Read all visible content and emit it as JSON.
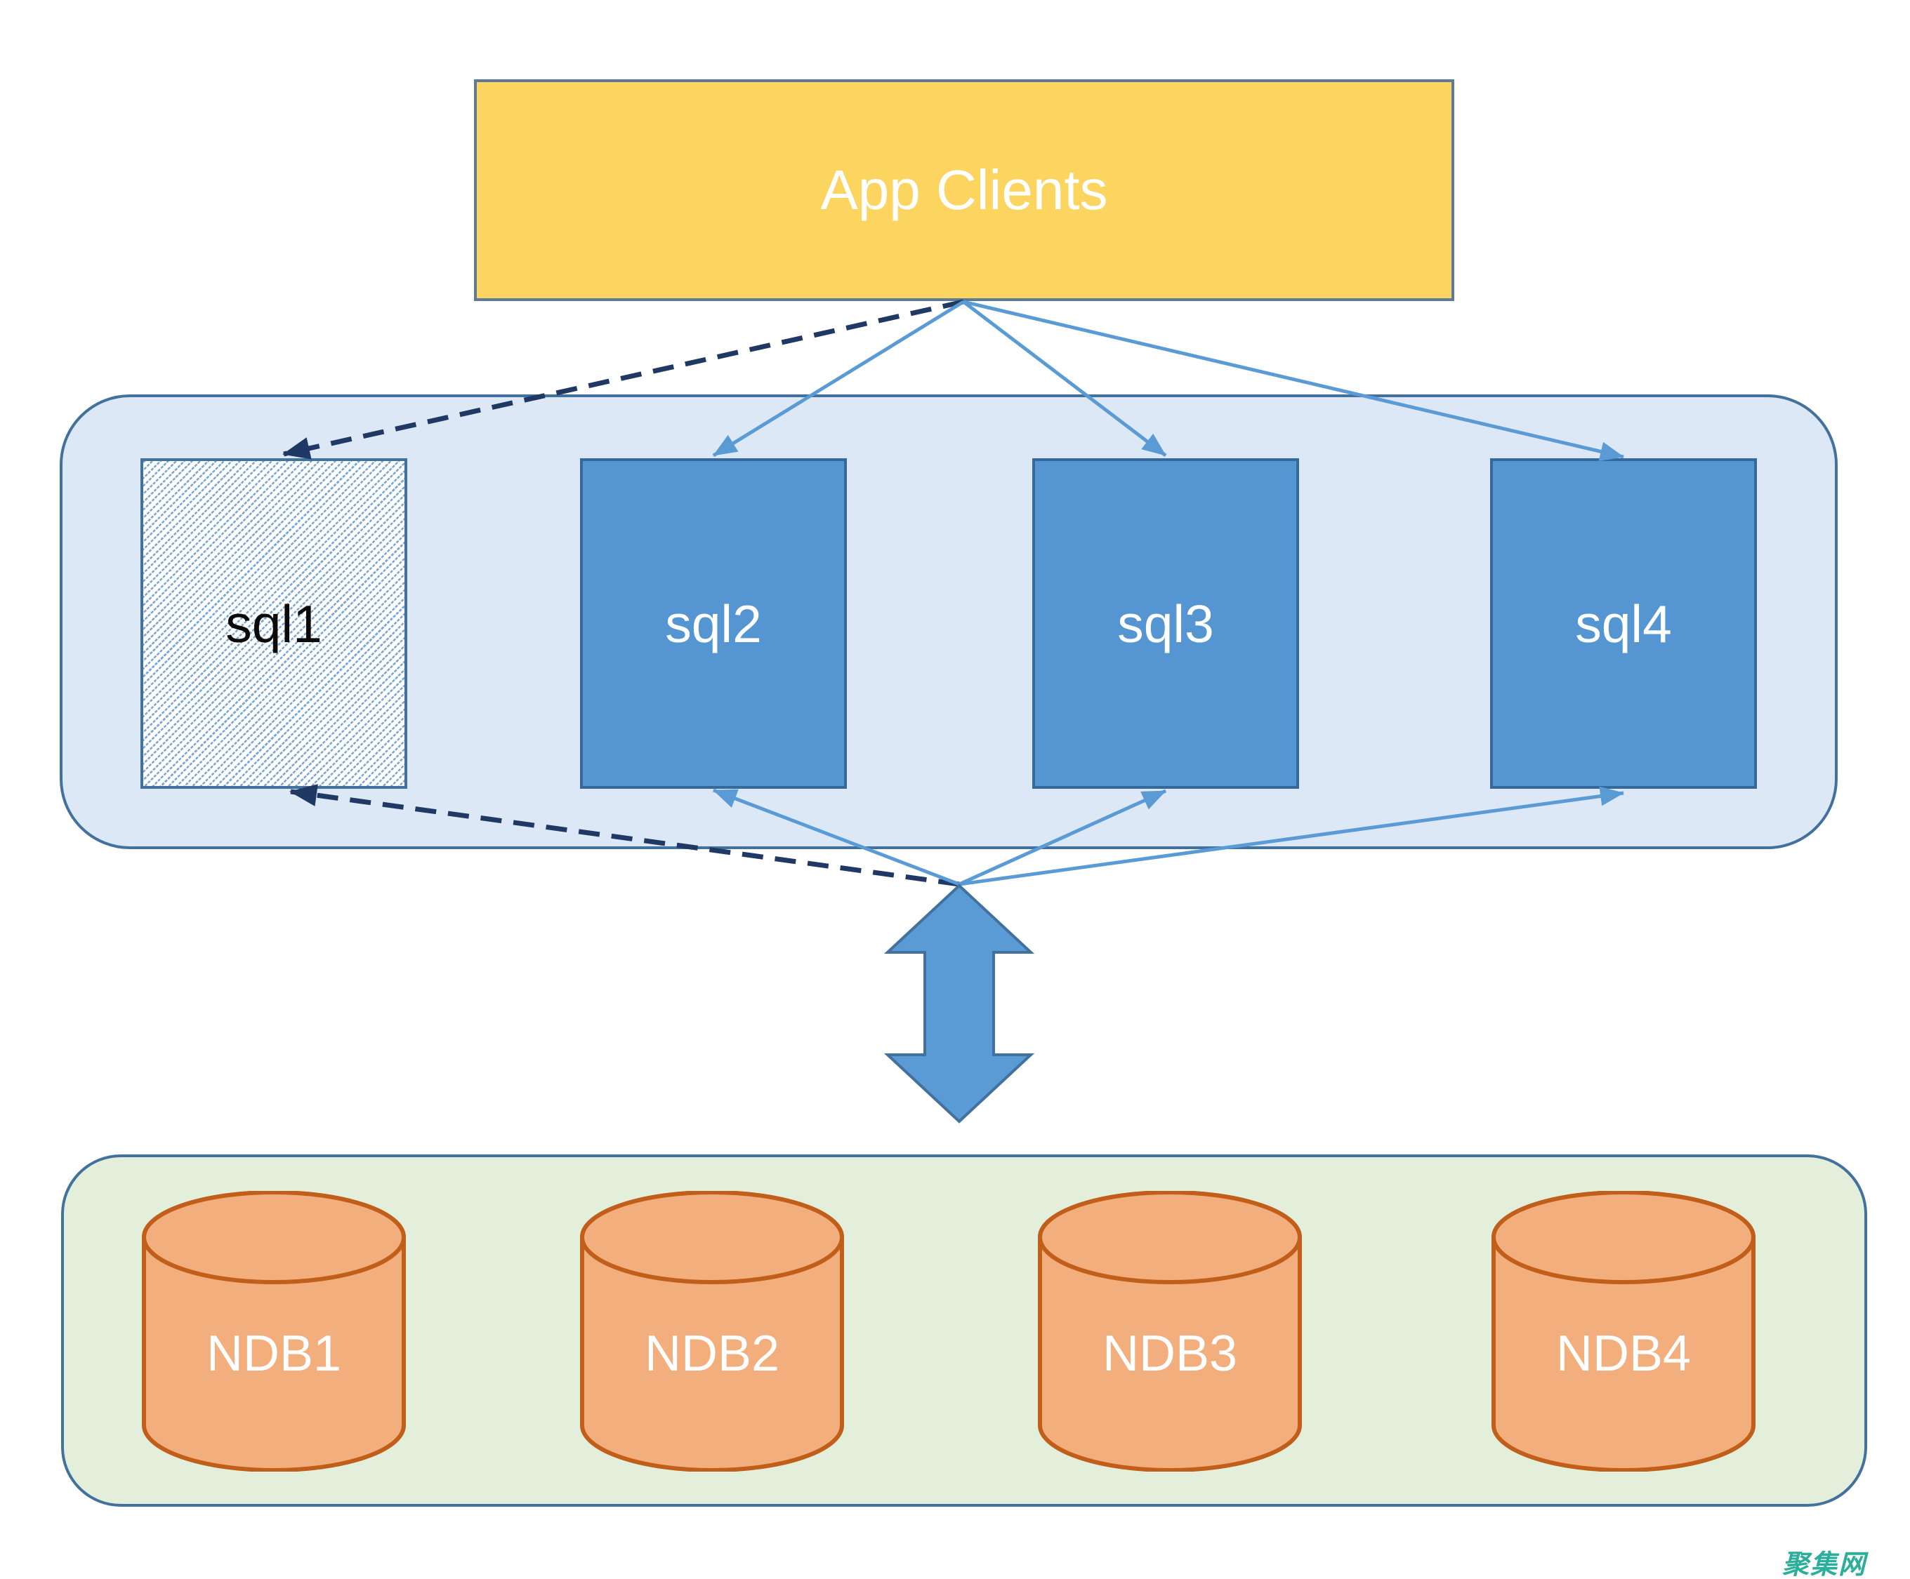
{
  "diagram": {
    "app_tier": {
      "label": "App Clients"
    },
    "sql_tier": {
      "nodes": [
        {
          "id": "sql1",
          "label": "sql1",
          "style": "hatched"
        },
        {
          "id": "sql2",
          "label": "sql2",
          "style": "solid"
        },
        {
          "id": "sql3",
          "label": "sql3",
          "style": "solid"
        },
        {
          "id": "sql4",
          "label": "sql4",
          "style": "solid"
        }
      ]
    },
    "ndb_tier": {
      "nodes": [
        {
          "id": "ndb1",
          "label": "NDB1"
        },
        {
          "id": "ndb2",
          "label": "NDB2"
        },
        {
          "id": "ndb3",
          "label": "NDB3"
        },
        {
          "id": "ndb4",
          "label": "NDB4"
        }
      ]
    },
    "connections": {
      "app_to_sql1": "dashed",
      "app_to_sql2": "solid",
      "app_to_sql3": "solid",
      "app_to_sql4": "solid",
      "hub_to_sql1": "dashed",
      "hub_to_sql2": "solid",
      "hub_to_sql3": "solid",
      "hub_to_sql4": "solid",
      "sql_to_ndb": "double-arrow"
    },
    "watermark": "聚集网",
    "colors": {
      "app_clients_fill": "#FBD55F",
      "app_clients_border": "#5B7B99",
      "sql_fill": "#5596D2",
      "sql_border": "#35689B",
      "sql_tier_fill": "#DCE8F6",
      "ndb_tier_fill": "#E4EFDB",
      "tier_border": "#41719C",
      "ndb_fill": "#F3AE7D",
      "ndb_border": "#C05E1A",
      "solid_arrow": "#5B9BD5",
      "dashed_arrow": "#1F3864",
      "watermark": "#2BAE9A"
    }
  }
}
